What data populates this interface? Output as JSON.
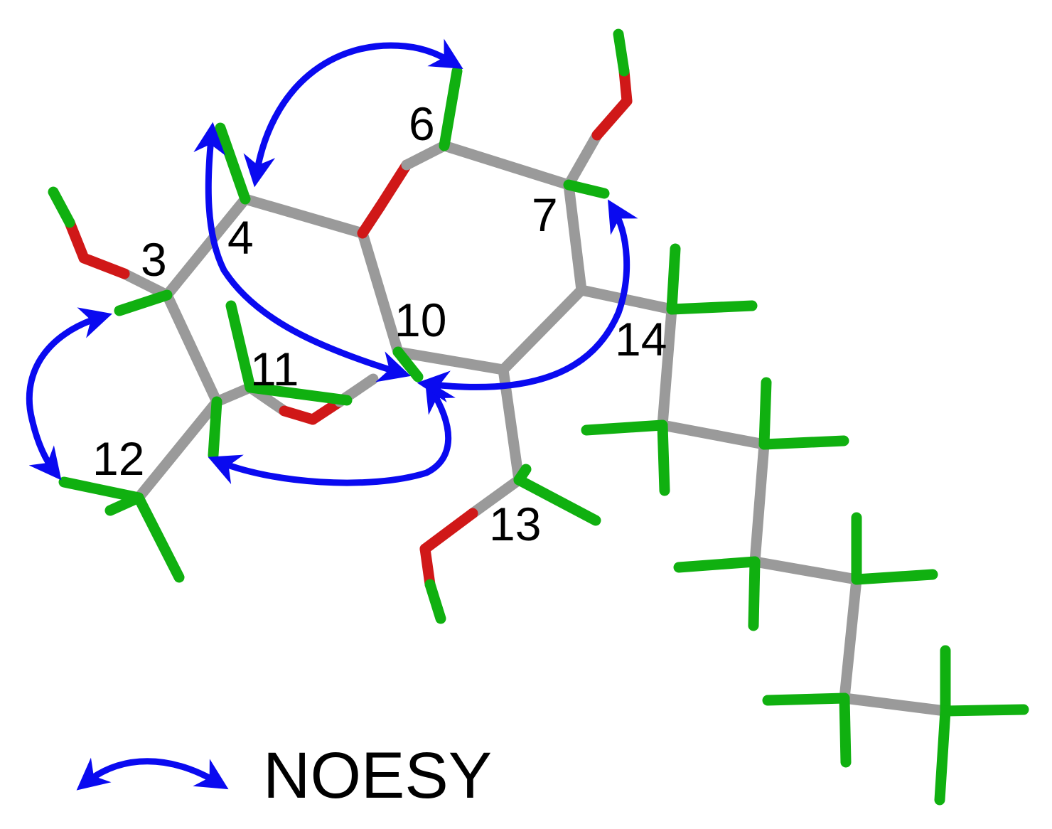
{
  "diagram": {
    "atom_labels": {
      "c3": "3",
      "c4": "4",
      "c6": "6",
      "c7": "7",
      "c10": "10",
      "c11": "11",
      "c12": "12",
      "c13": "13",
      "c14": "14"
    },
    "legend": {
      "label": "NOESY"
    },
    "colors": {
      "carbon": "#9a9a9a",
      "hydrogen": "#10b010",
      "oxygen": "#d01818",
      "noesy_arrow": "#0a0af0"
    }
  }
}
